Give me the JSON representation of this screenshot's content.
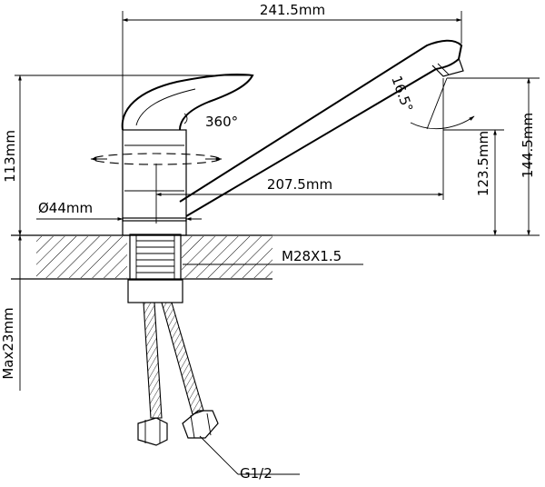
{
  "dimensions": {
    "total_length": "241.5mm",
    "spout_reach": "207.5mm",
    "body_height": "113mm",
    "spout_height": "123.5mm",
    "total_height": "144.5mm",
    "base_diameter": "Ø44mm",
    "max_thickness": "Max23mm"
  },
  "annotations": {
    "rotation": "360°",
    "spout_angle": "16.5°",
    "thread": "M28X1.5",
    "hose_connection": "G1/2"
  }
}
